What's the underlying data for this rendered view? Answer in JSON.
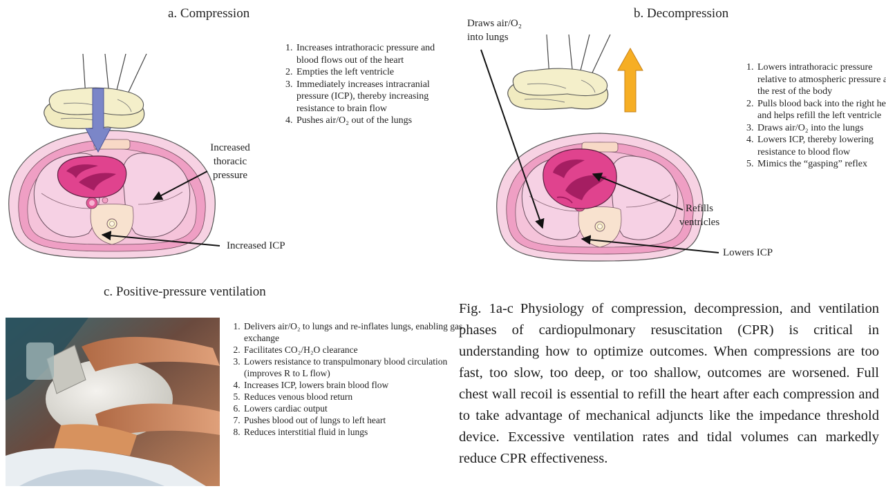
{
  "panel_a": {
    "title": "a. Compression",
    "label_pressure": "Increased\nthoracic\npressure",
    "label_icp": "Increased ICP",
    "steps": [
      "Increases intrathoracic pressure and blood flows out of the heart",
      "Empties the left ventricle",
      "Immediately increases intracranial pressure (ICP), thereby increasing resistance to brain flow",
      "Pushes air/O₂ out of the lungs"
    ]
  },
  "panel_b": {
    "title": "b. Decompression",
    "label_air": "Draws air/O₂\ninto lungs",
    "label_refill": "Refills\nventricles",
    "label_icp": "Lowers ICP",
    "steps": [
      "Lowers intrathoracic pressure relative to atmospheric pressure and the rest of the body",
      "Pulls blood back into the right heart and helps refill the left ventricle",
      "Draws air/O₂ into the lungs",
      "Lowers ICP, thereby lowering resistance to blood flow",
      "Mimics the “gasping” reflex"
    ]
  },
  "panel_c": {
    "title": "c. Positive-pressure ventilation",
    "steps": [
      "Delivers air/O₂ to lungs and re-inflates lungs, enabling gas exchange",
      "Facilitates CO₂/H₂O clearance",
      "Lowers resistance to transpulmonary blood circulation (improves R to L flow)",
      "Increases ICP, lowers brain blood flow",
      "Reduces venous blood return",
      "Lowers cardiac output",
      "Pushes blood out of lungs to left heart",
      "Reduces interstitial fluid in lungs"
    ]
  },
  "caption": {
    "fig_number": "Fig. 1a-c",
    "text": "Physiology of compression, decompression, and ventilation phases of cardiopulmonary resuscitation (CPR) is critical in understanding how to optimize outcomes. When compressions are too fast, too slow, too deep, or too shallow, outcomes are worsened. Full chest wall recoil is essential to refill the heart after each compression and to take advantage of mechanical adjuncts like the impedance threshold device. Excessive ventilation rates and tidal volumes can markedly reduce CPR effectiveness."
  },
  "colors": {
    "compression_arrow": "#7b86c8",
    "decompression_arrow": "#f6ae24",
    "heart": "#e0438e",
    "lung": "#f6cde2",
    "chest_wall": "#ee9ec2",
    "glove": "#f1ebc0"
  }
}
